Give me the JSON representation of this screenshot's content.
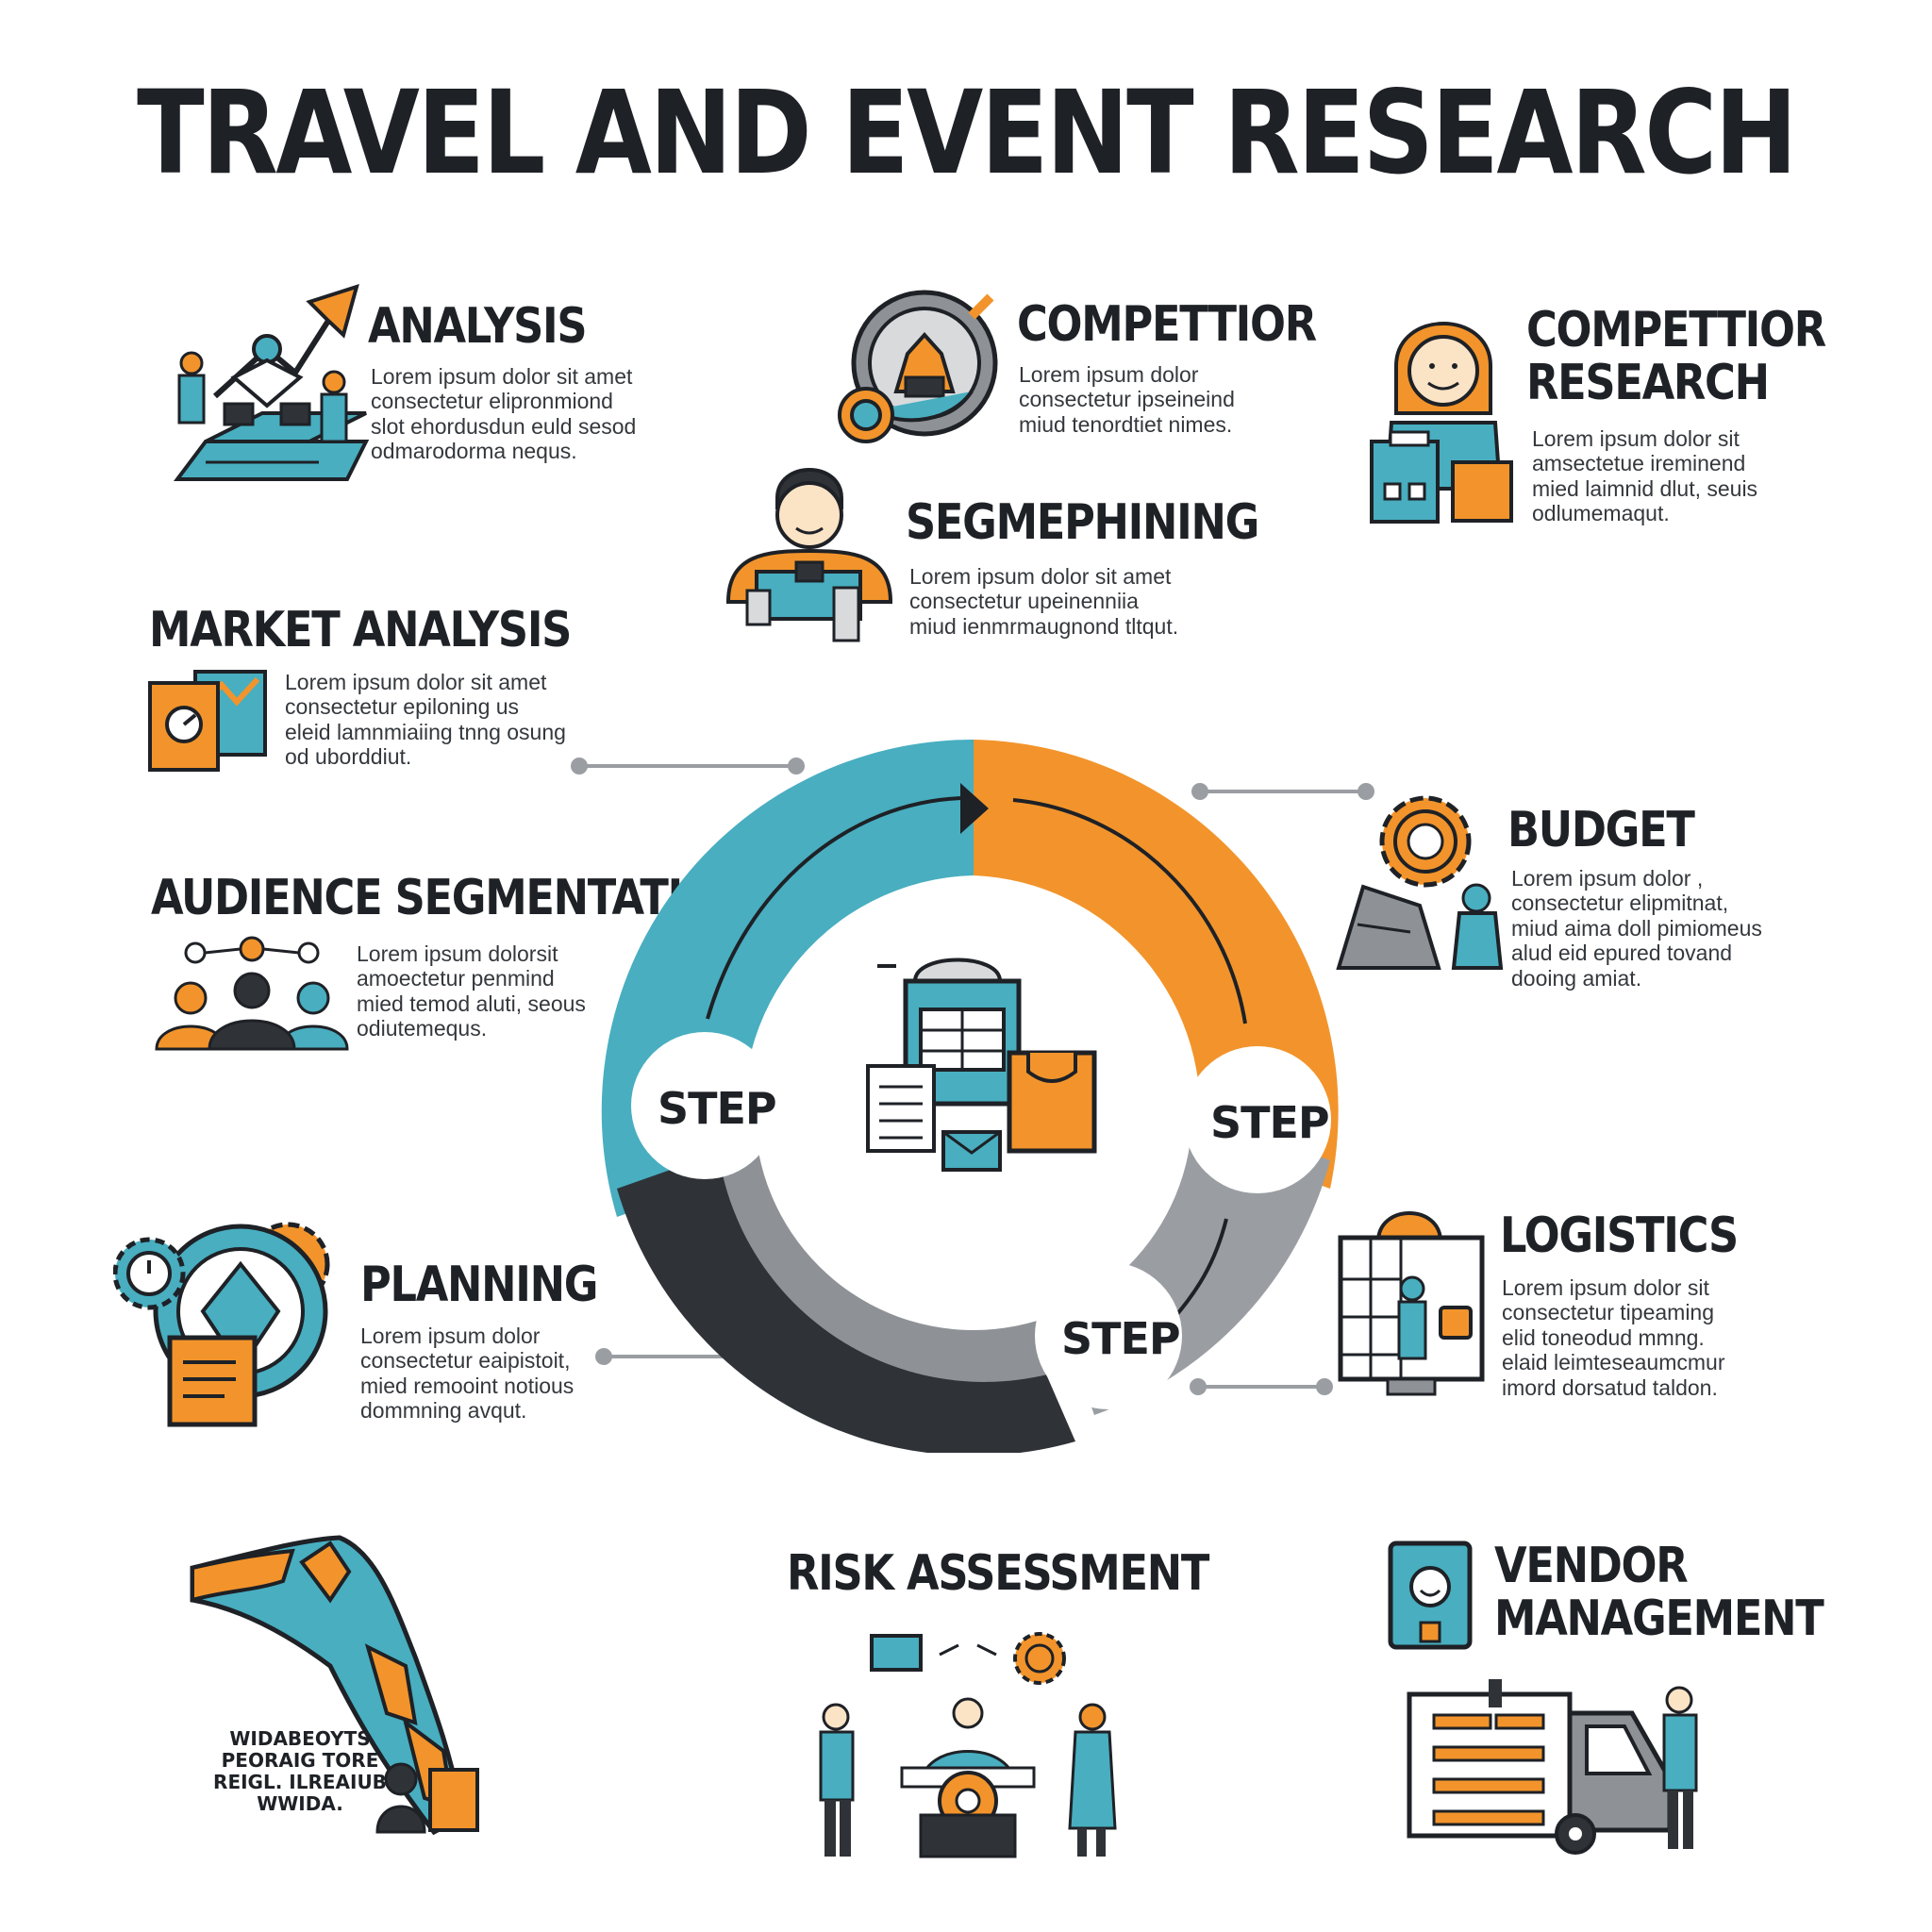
{
  "title": "TRAVEL AND EVENT RESEARCH",
  "colors": {
    "teal": "#48aec0",
    "orange": "#f2942b",
    "gray": "#8e9296",
    "dark": "#2f3338",
    "ink": "#1e2126"
  },
  "items": {
    "analysis": {
      "heading": "ANALYSIS",
      "body": "Lorem ipsum dolor sit amet\nconsectetur elipronmiond\nslot ehordusdun euld sesod\nodmarodorma nequs.",
      "icon": "meeting-chart-icon"
    },
    "competitor": {
      "heading": "COMPETTIOR",
      "body": "Lorem ipsum dolor\nconsectetur ipseineind\nmiud tenordtiet nimes.",
      "icon": "competitor-gear-icon"
    },
    "competitor_research": {
      "heading": "COMPETTIOR\nRESEARCH",
      "body": "Lorem ipsum dolor sit\namsectetue ireminend\nmied laimnid dlut, seuis\nodlumemaqut.",
      "icon": "researcher-icon"
    },
    "segmenting": {
      "heading": "SEGMEPHINING",
      "body": "Lorem ipsum dolor sit amet\nconsectetur upeinenniia\nmiud ienmrmaugnond tltqut.",
      "icon": "analyst-person-icon"
    },
    "market_analysis": {
      "heading": "MARKET ANALYSIS",
      "body": "Lorem ipsum dolor sit amet\nconsectetur epiloning us\neleid lamnmiaiing tnng osung\nod uborddiut.",
      "icon": "market-documents-icon"
    },
    "audience_segmentation": {
      "heading": "AUDIENCE SEGMENTATION",
      "body": "Lorem ipsum dolorsit\namoectetur penmind\nmied temod aluti, seous\nodiutemequs.",
      "icon": "audience-group-icon"
    },
    "budget": {
      "heading": "BUDGET",
      "body": "Lorem ipsum dolor ,\nconsectetur elipmitnat,\nmiud aima doll pimiomeus\nalud eid epured tovand\ndooing amiat.",
      "icon": "budget-gear-icon"
    },
    "planning": {
      "heading": "PLANNING",
      "body": "Lorem ipsum dolor\nconsectetur eaipistoit,\nmied remooint notious\ndommning avqut.",
      "icon": "planning-gears-icon"
    },
    "logistics": {
      "heading": "LOGISTICS",
      "body": "Lorem ipsum dolor sit\nconsectetur tipeaming\nelid toneodud mmng.\nelaid leimteseaumcmur\nimord dorsatud taldon.",
      "icon": "logistics-building-icon"
    },
    "risk_assessment": {
      "heading": "RISK ASSESSMENT",
      "icon": "risk-team-icon"
    },
    "vendor_management": {
      "heading": "VENDOR\nMANAGEMENT",
      "icon": "vendor-truck-icon"
    },
    "map": {
      "label": "WIDABEOYTS\nPEORAIG TORE\nREIGL. ILREAIUB\nWWIDA.",
      "icon": "world-map-icon"
    }
  },
  "cycle": {
    "steps": [
      "STEP",
      "STEP",
      "STEP"
    ],
    "center_icon": "documents-folder-icon"
  }
}
